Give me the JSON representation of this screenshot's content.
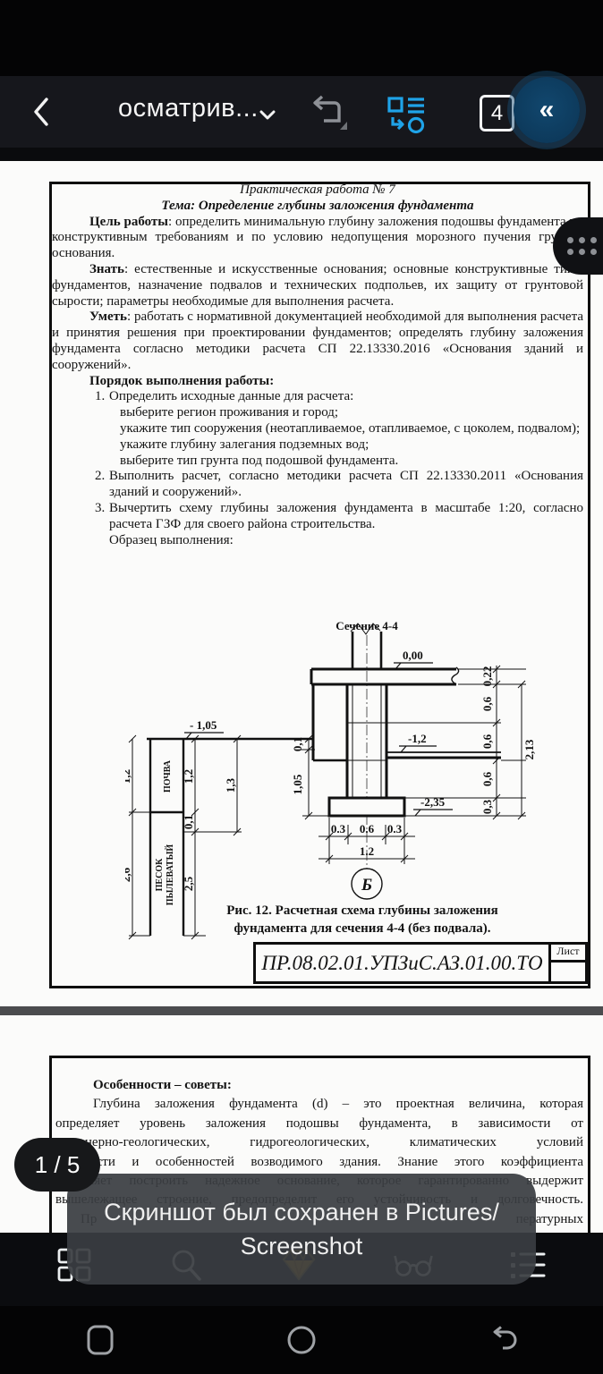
{
  "toolbar": {
    "title": "осматрив...",
    "pages_badge": "4",
    "collapse_glyph": "«"
  },
  "page1": {
    "heading1": "Практическая работа № 7",
    "heading2_lead": "Тема:",
    "heading2_text": "  Определение глубины заложения фундамента",
    "goal_lead": "Цель работы",
    "goal_text": ": определить минимальную глубину заложения подошвы фундамента по конструктивным требованиям и по условию недопущения морозного пучения грунтов основания.",
    "know_lead": "Знать",
    "know_text": ": естественные и искусственные основания; основные конструктивные типы фундаментов, назначение подвалов и технических подпольев, их защиту от грунтовой сырости; параметры необходимые для выполнения расчета.",
    "able_lead": "Уметь",
    "able_text": ": работать  с нормативной документацией необходимой для выполнения расчета и принятия решения при проектировании фундаментов; определять глубину заложения фундамента согласно методики расчета  СП 22.13330.2016 «Основания зданий и сооружений».",
    "order_header": "Порядок выполнения работы:",
    "step1_num": "1.",
    "step1_text": "Определить исходные данные для расчета:",
    "step1_subs": [
      "выберите регион проживания и город;",
      "укажите тип сооружения (неотапливаемое, отапливаемое, с цоколем, подвалом);",
      "укажите глубину залегания подземных вод;",
      "выберите тип грунта под подошвой фундамента."
    ],
    "step2_num": "2.",
    "step2_text": "Выполнить расчет, согласно методики расчета СП 22.13330.2011 «Основания зданий и сооружений».",
    "step3_num": "3.",
    "step3_text": "Вычертить схему глубины заложения фундамента в масштабе 1:20, согласно расчета ГЗФ для своего района строительства.",
    "sample_label": "Образец выполнения:",
    "caption_line1": "Рис. 12. Расчетная схема глубины заложения",
    "caption_line2": "фундамента для сечения 4-4 (без подвала).",
    "titleblock_code": "ПР.08.02.01.УПЗиС.АЗ.01.00.ТО",
    "titleblock_sheet": "Лист"
  },
  "drawing": {
    "title": "Сечение 4-4",
    "elev_zero": "0,00",
    "elev_floor": "-1,2",
    "elev_ground": "- 1,05",
    "elev_footing": "-2,35",
    "d022": "0,22",
    "d06_1": "0,6",
    "d06_2": "0,6",
    "d06_3": "0,6",
    "d03_r": "0,3",
    "d213": "2,13",
    "d01_mid": "0,1",
    "d105_mid": "1,05",
    "w03a": "0.3",
    "w06": "0.6",
    "w03b": "0.3",
    "w12": "1.2",
    "node": "Б",
    "soil_top": "ПОЧВА",
    "soil_bot1": "ПЕСОК",
    "soil_bot2": "ПЫЛЕВАТЫЙ",
    "L12a": "1,2",
    "L26": "2,6",
    "L12b": "1,2",
    "L01": "0,1",
    "L25": "2,5",
    "L13": "1,3"
  },
  "page2": {
    "header": "Особенности – советы:",
    "line1": "Глубина заложения фундамента (d) – это проектная величина, которая",
    "line2": "определяет уровень заложения подошвы фундамента, в зависимости от",
    "line3": "инженерно-геологических, гидрогеологических, климатических условий",
    "line4": "местности и особенностей возводимого здания. Знание этого коэффициента",
    "line5": "позволяет построить надежное основание, которое гарантированно выдержит",
    "line6": "вышележащее строение, предопределит его устойчивость и долговечность.",
    "line7_left": "Пр",
    "line7_right": "пературных"
  },
  "page_indicator": "1 / 5",
  "toast": {
    "line1": "Скриншот был сохранен в  Pictures/",
    "line2": "Screenshot"
  },
  "colors": {
    "accent_blue": "#1fa3e8",
    "collapse_circle": "#0d3a5c",
    "gold": "#f0a313"
  }
}
